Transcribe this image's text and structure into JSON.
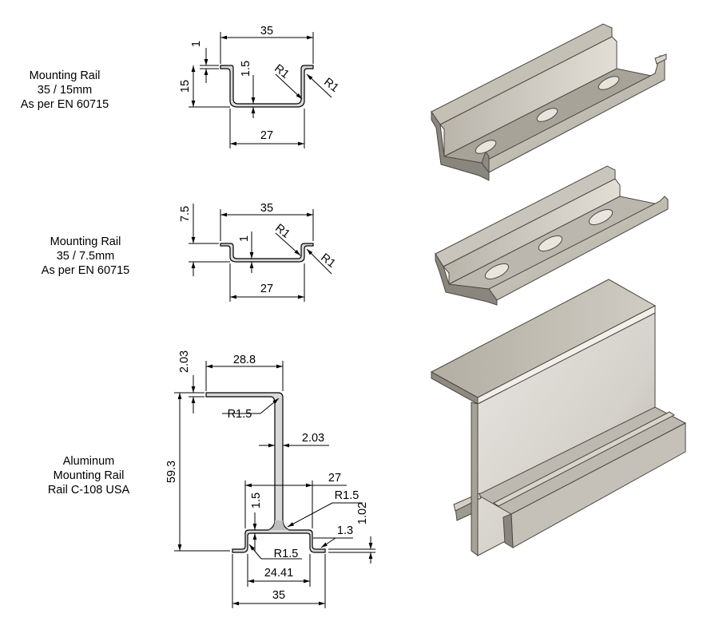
{
  "profiles": [
    {
      "id": "rail-35-15",
      "label": [
        "Mounting Rail",
        "35 / 15mm",
        "As per EN 60715"
      ],
      "dims": {
        "width_top": "35",
        "width_bottom": "27",
        "height": "15",
        "thickness": "1",
        "inner": "1.5",
        "radius_a": "R1",
        "radius_b": "R1"
      }
    },
    {
      "id": "rail-35-7p5",
      "label": [
        "Mounting Rail",
        "35 / 7.5mm",
        "As per EN 60715"
      ],
      "dims": {
        "width_top": "35",
        "width_bottom": "27",
        "height": "7.5",
        "thickness": "1",
        "radius_a": "R1",
        "radius_b": "R1"
      }
    },
    {
      "id": "rail-c108",
      "label": [
        "Aluminum",
        "Mounting Rail",
        "Rail C-108 USA"
      ],
      "dims": {
        "top_thickness": "2.03",
        "top_width": "28.8",
        "radius_top": "R1.5",
        "web": "2.03",
        "height": "59.3",
        "flange": "27",
        "inner": "1.5",
        "radius_mid": "R1.5",
        "lip": "1.02",
        "lip2": "1.3",
        "radius_bottom": "R1.5",
        "base_inner": "24.41",
        "base_width": "35"
      }
    }
  ],
  "colors": {
    "metal_light": "#c9c5bc",
    "metal_mid": "#a9a49a",
    "metal_dark": "#6e6a62",
    "outline": "#000000"
  }
}
